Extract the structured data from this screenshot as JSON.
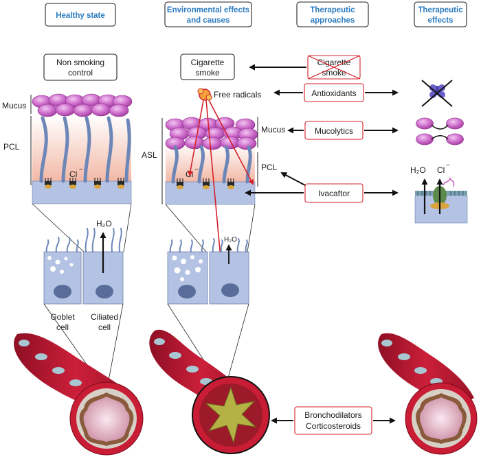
{
  "headers": {
    "healthy": [
      "Healthy state"
    ],
    "environmental": [
      "Environmental effects",
      "and causes"
    ],
    "approaches": [
      "Therapeutic",
      "approaches"
    ],
    "effects": [
      "Therapeutic",
      "effects"
    ]
  },
  "healthy": {
    "control_box": [
      "Non smoking",
      "control"
    ],
    "mucus_label": "Mucus",
    "pcl_label": "PCL",
    "chloride": "Cl",
    "charge": "−",
    "water": "H₂O",
    "goblet": [
      "Goblet",
      "cell"
    ],
    "ciliated": [
      "Ciliated",
      "cell"
    ]
  },
  "environmental": {
    "smoke_box": [
      "Cigarette",
      "smoke"
    ],
    "free_radicals": "Free radicals",
    "asl_label": "ASL",
    "mucus_label": "Mucus",
    "pcl_label": "PCL",
    "chloride": "Cl",
    "charge": "−",
    "water": "H₂O"
  },
  "therapy": {
    "crossed_smoke": [
      "Cigarette",
      "smoke"
    ],
    "antioxidants": "Antioxidants",
    "mucolytics": "Mucolytics",
    "ivacaftor": "Ivacaftor",
    "bronchodilators": [
      "Bronchodilators",
      "Corticosteroids"
    ]
  },
  "effects": {
    "water": "H₂O",
    "chloride": "Cl",
    "charge": "−"
  },
  "colors": {
    "header_text": "#2b7bbf",
    "therapy_border": "#d3202a",
    "mucus": "#c45cc4",
    "epithelium": "#b4c3e3",
    "airway_wall": "#cc1f3a"
  }
}
